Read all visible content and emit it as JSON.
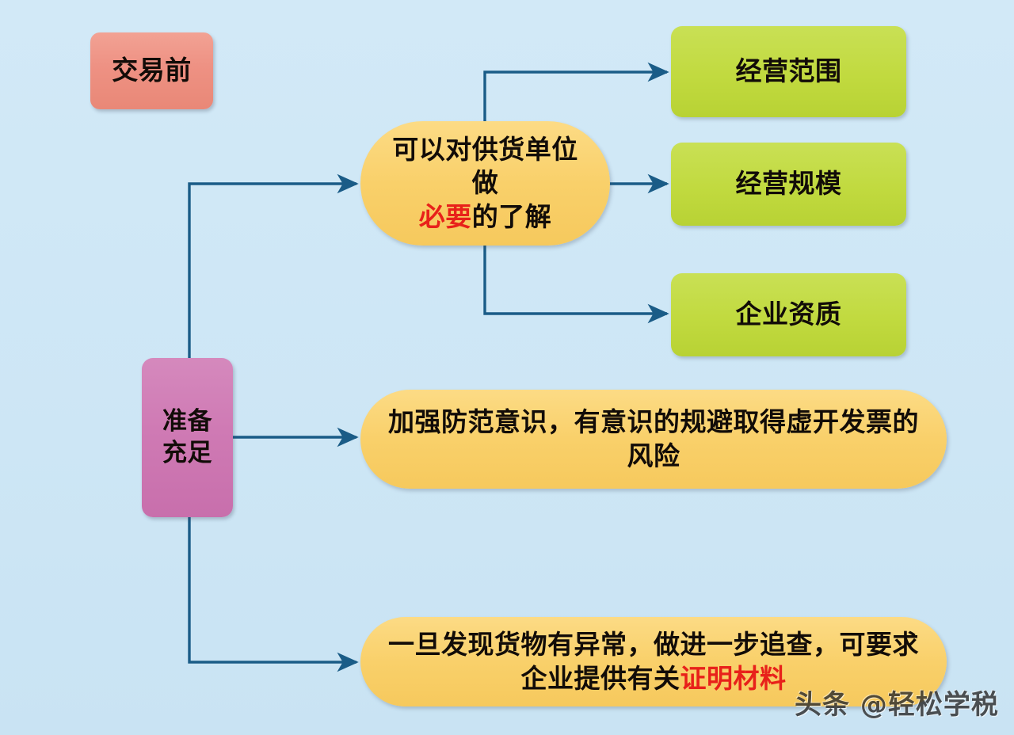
{
  "diagram": {
    "title_label": "交易前",
    "background_color": "#cde6f5",
    "connector_color": "#18567f",
    "highlight_color": "#e8211a",
    "stage": {
      "label": "交易前",
      "color": "#ee9183"
    },
    "root": {
      "label_line1": "准备",
      "label_line2": "充足",
      "color": "#cf7ab4"
    },
    "branches": [
      {
        "name": "understand-supplier",
        "label_prefix": "可以对供货单位做",
        "label_highlight": "必要",
        "label_suffix": "的了解",
        "color": "#f9d06a",
        "leaves": [
          {
            "name": "business-scope",
            "label": "经营范围",
            "color": "#c1da3f"
          },
          {
            "name": "business-scale",
            "label": "经营规模",
            "color": "#c1da3f"
          },
          {
            "name": "enterprise-qualification",
            "label": "企业资质",
            "color": "#c1da3f"
          }
        ]
      },
      {
        "name": "strengthen-awareness",
        "label": "加强防范意识，有意识的规避取得虚开发票的风险",
        "color": "#f9d06a",
        "leaves": []
      },
      {
        "name": "investigate-abnormal-goods",
        "label_prefix": "一旦发现货物有异常，做进一步追查，可要求企业提供有关",
        "label_highlight": "证明材料",
        "color": "#f9d06a",
        "leaves": []
      }
    ],
    "watermark": "头条 @轻松学税"
  }
}
